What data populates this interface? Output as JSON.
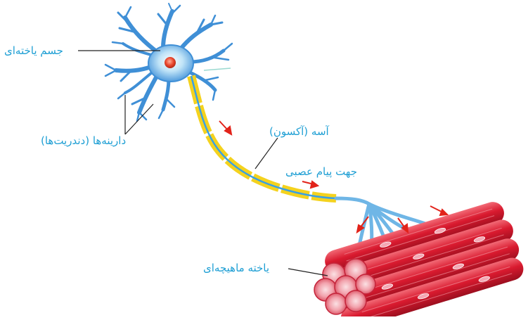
{
  "labels": {
    "cell_body": "جسم یاخته‌ای",
    "dendrites": "دارینه‌ها (دندریت‌ها)",
    "axon": "آسه (آکسون)",
    "message_direction": "جهت پیام عصبی",
    "muscle_cell": "یاخته ماهیچه‌ای"
  },
  "colors": {
    "label_text": "#1f9fd4",
    "neuron": "#3f8fd6",
    "nucleus": "#e8452c",
    "myelin": "#f4d21e",
    "muscle": "#d91a2f",
    "arrow": "#e2231a",
    "leader_line": "#222222"
  }
}
